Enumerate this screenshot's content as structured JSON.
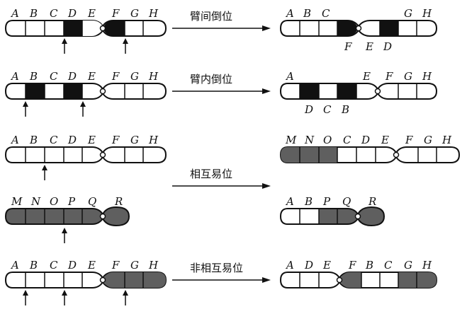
{
  "palette": {
    "ink": "#111111",
    "white": "#ffffff",
    "black": "#111111",
    "gray": "#5f5f5f"
  },
  "operations": {
    "arm_inversion": "臂间倒位",
    "intra_inversion": "臂内倒位",
    "reciprocal_translocation": "相互易位",
    "nonreciprocal_translocation": "非相互易位"
  },
  "rows": [
    {
      "before": {
        "labels": [
          "A",
          "B",
          "C",
          "D",
          "E",
          "F",
          "G",
          "H"
        ]
      },
      "after": {
        "top_labels": [
          "A",
          "B",
          "C",
          "G",
          "H"
        ],
        "bottom_labels": [
          "F",
          "E",
          "D"
        ]
      }
    },
    {
      "before": {
        "labels": [
          "A",
          "B",
          "C",
          "D",
          "E",
          "F",
          "G",
          "H"
        ]
      },
      "after": {
        "top_labels": [
          "A",
          "E",
          "F",
          "G",
          "H"
        ],
        "bottom_labels": [
          "D",
          "C",
          "B"
        ]
      }
    },
    {
      "before": {
        "labels": [
          "A",
          "B",
          "C",
          "D",
          "E",
          "F",
          "G",
          "H"
        ]
      },
      "after": {
        "labels": [
          "M",
          "N",
          "O",
          "C",
          "D",
          "E",
          "F",
          "G",
          "H"
        ]
      }
    },
    {
      "before": {
        "labels": [
          "M",
          "N",
          "O",
          "P",
          "Q",
          "R"
        ]
      },
      "after": {
        "labels": [
          "A",
          "B",
          "P",
          "Q",
          "R"
        ]
      }
    },
    {
      "before": {
        "labels": [
          "A",
          "B",
          "C",
          "D",
          "E",
          "F",
          "G",
          "H"
        ]
      },
      "after": {
        "labels": [
          "A",
          "D",
          "E",
          "F",
          "B",
          "C",
          "G",
          "H"
        ]
      }
    }
  ]
}
